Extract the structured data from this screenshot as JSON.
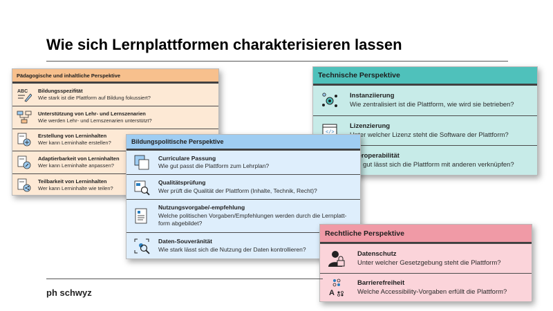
{
  "slide": {
    "title": "Wie sich Lernplattformen charakterisieren lassen",
    "footer": "ph schwyz"
  },
  "colors": {
    "paed_header": "#f7c08d",
    "paed_body": "#fde9d5",
    "tech_header": "#4fc1bb",
    "tech_body": "#c7ebe8",
    "bild_header": "#9fcdf2",
    "bild_body": "#deeefc",
    "recht_header": "#f09aa6",
    "recht_body": "#fbd4da"
  },
  "cards": {
    "paed": {
      "header": "Pädagogische und inhaltliche Perspektive",
      "items": [
        {
          "icon": "abc-pencil-icon",
          "title": "Bildungsspezifität",
          "question": "Wie stark ist die Plattform auf Bildung fokussiert?"
        },
        {
          "icon": "flowchart-icon",
          "title": "Unterstützung von Lehr- und Lernszenarien",
          "question": "Wie werden Lehr- und Lernszenarien unterstützt?"
        },
        {
          "icon": "add-content-icon",
          "title": "Erstellung von Lerninhalten",
          "question": "Wer kann Lerninhalte erstellen?"
        },
        {
          "icon": "edit-content-icon",
          "title": "Adaptierbarkeit von Lerninhalten",
          "question": "Wer kann Lerninhalte anpassen?"
        },
        {
          "icon": "share-content-icon",
          "title": "Teilbarkeit von Lerninhalten",
          "question": "Wer kann Lerninhalte wie teilen?"
        }
      ]
    },
    "tech": {
      "header": "Technische Perspektive",
      "items": [
        {
          "icon": "network-hub-icon",
          "title": "Instanziierung",
          "question": "Wie zentralisiert ist die Plattform, wie wird sie betrieben?"
        },
        {
          "icon": "code-license-icon",
          "title": "Lizenzierung",
          "question": "Unter welcher Lizenz steht die Software der Plattform?"
        },
        {
          "icon": "interoperability-icon",
          "title": "Interoperabilität",
          "question": "Wie gut lässt sich die Plattform mit anderen verknüpfen?"
        }
      ]
    },
    "bild": {
      "header": "Bildungspolitische Perspektive",
      "items": [
        {
          "icon": "curriculum-fit-icon",
          "title": "Curriculare Passung",
          "question": "Wie gut passt die Plattform zum Lehrplan?"
        },
        {
          "icon": "quality-check-icon",
          "title": "Qualitätsprüfung",
          "question": "Wer prüft die Qualität der Plattform (Inhalte, Technik, Recht)?"
        },
        {
          "icon": "policy-document-icon",
          "title": "Nutzungsvorgabe/-empfehlung",
          "question": "Welche politischen Vorgaben/Empfehlungen werden durch die Lernplatt-form abgebildet?"
        },
        {
          "icon": "data-sovereignty-icon",
          "title": "Daten-Souveränität",
          "question": "Wie stark lässt sich die Nutzung der Daten kontrollieren?"
        }
      ]
    },
    "recht": {
      "header": "Rechtliche Perspektive",
      "items": [
        {
          "icon": "user-lock-icon",
          "title": "Datenschutz",
          "question": "Unter welcher Gesetzgebung steht die Plattform?"
        },
        {
          "icon": "accessibility-icon",
          "title": "Barrierefreiheit",
          "question": "Welche Accessibility-Vorgaben erfüllt die Plattform?"
        }
      ]
    }
  }
}
